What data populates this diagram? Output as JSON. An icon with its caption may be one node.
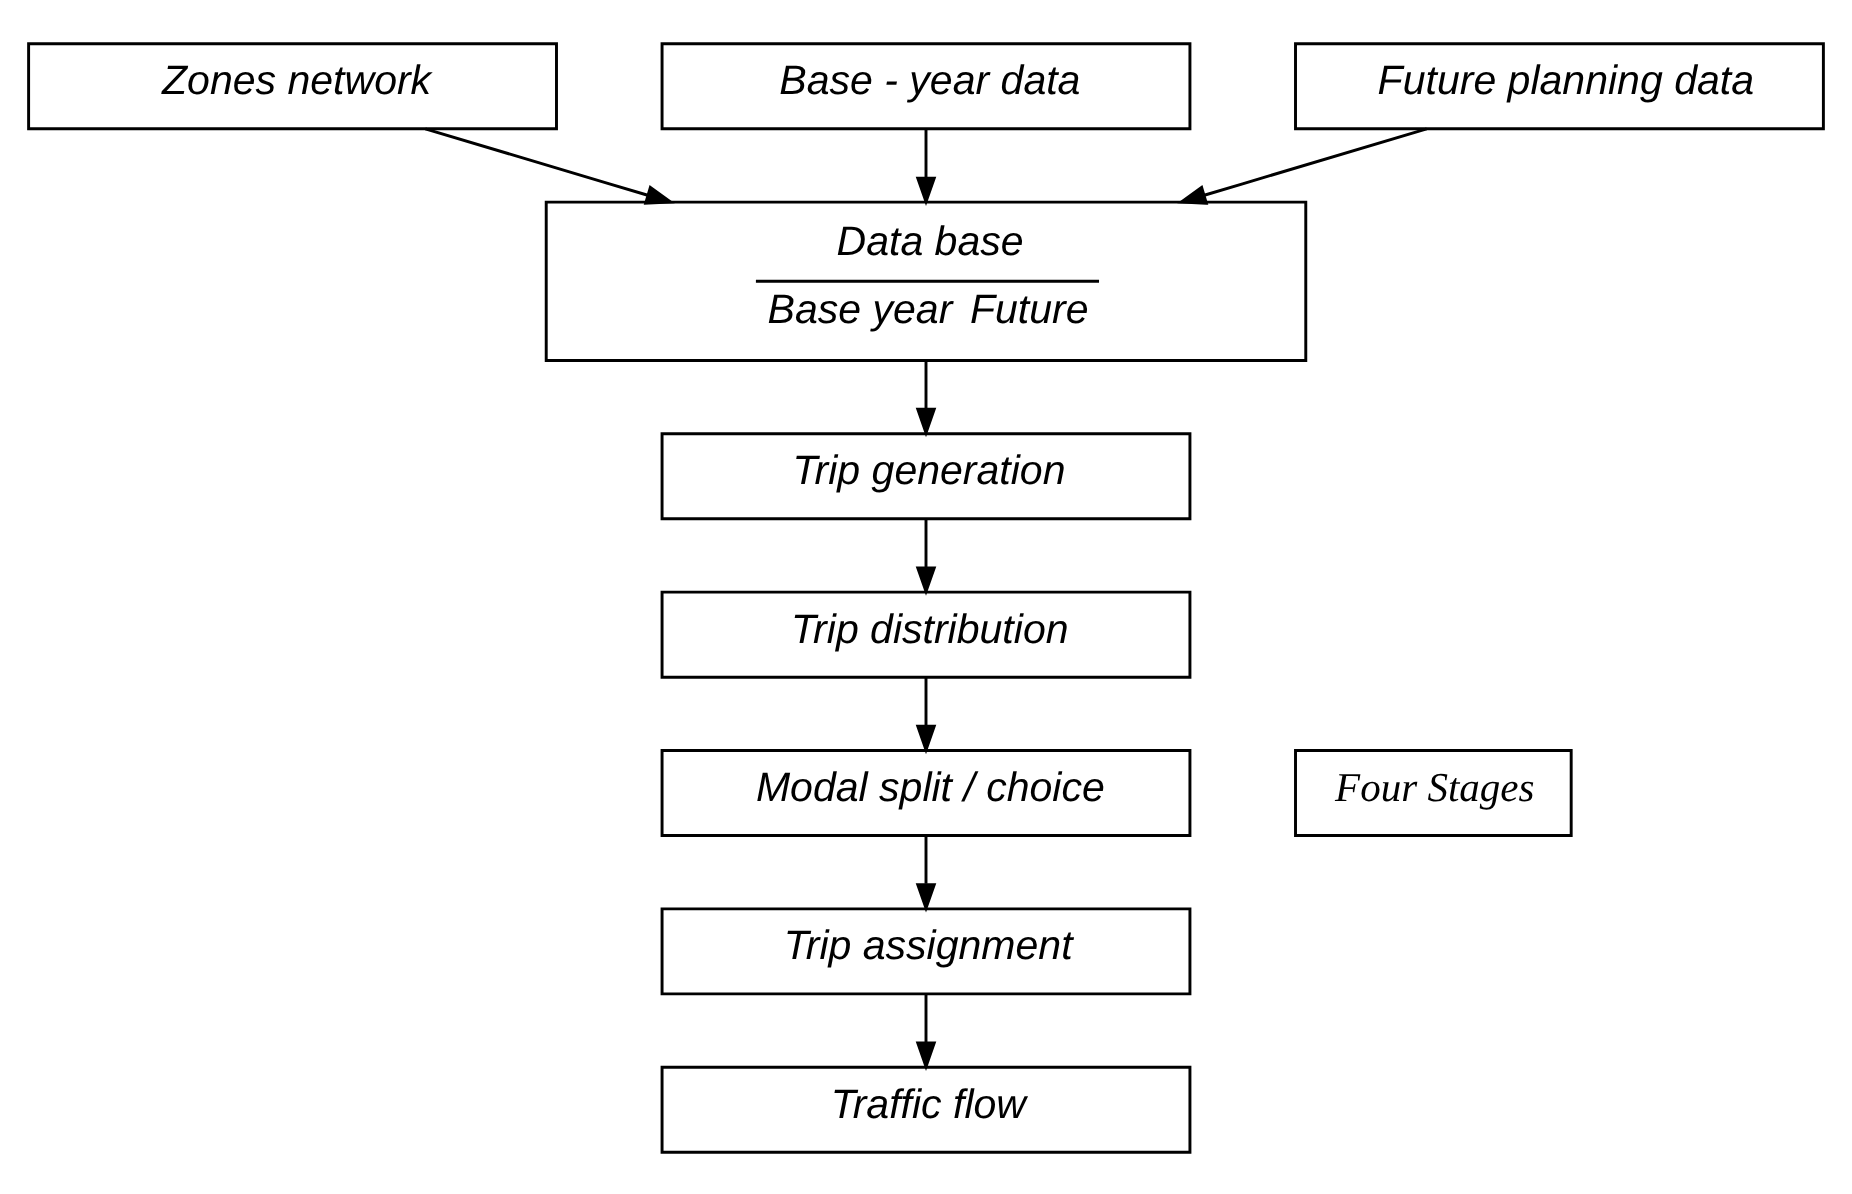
{
  "diagram": {
    "nodes": [
      {
        "text": [
          "Zones network"
        ]
      },
      {
        "text": [
          "Base - year data"
        ]
      },
      {
        "text": [
          "Future planning data"
        ]
      },
      {
        "text": [
          "Data base",
          "Base year",
          "Future"
        ]
      },
      {
        "text": [
          "Trip generation"
        ]
      },
      {
        "text": [
          "Trip distribution"
        ]
      },
      {
        "text": [
          "Modal split / choice"
        ]
      },
      {
        "text": [
          "Trip assignment"
        ]
      },
      {
        "text": [
          "Traffic flow"
        ]
      },
      {
        "text": [
          "Four Stages"
        ]
      }
    ],
    "edges": [
      {
        "from": 0,
        "to": 3,
        "arrow": "to"
      },
      {
        "from": 1,
        "to": 3,
        "arrow": "to"
      },
      {
        "from": 2,
        "to": 3,
        "arrow": "to"
      },
      {
        "from": 3,
        "to": 4,
        "arrow": "to"
      },
      {
        "from": 4,
        "to": 5,
        "arrow": "to"
      },
      {
        "from": 5,
        "to": 6,
        "arrow": "to"
      },
      {
        "from": 6,
        "to": 7,
        "arrow": "to"
      },
      {
        "from": 7,
        "to": 8,
        "arrow": "to"
      }
    ]
  }
}
